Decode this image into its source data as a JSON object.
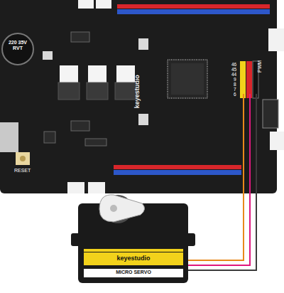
{
  "diagram": {
    "nodes": [
      {
        "text": [
          "keyestudio"
        ]
      },
      {
        "text": [
          "220 35V RVT"
        ],
        "in": 0
      },
      {
        "text": [
          "keyestudio",
          "MICRO SERVO"
        ]
      }
    ],
    "edges": [
      {
        "from": 0,
        "to": 2,
        "arrow": "none"
      },
      {
        "from": 0,
        "to": 2,
        "arrow": "none"
      },
      {
        "from": 0,
        "to": 2,
        "arrow": "none"
      }
    ],
    "labels": [
      "RESET",
      "PWM",
      "46",
      "45",
      "44",
      "9",
      "8",
      "7",
      "6"
    ]
  }
}
